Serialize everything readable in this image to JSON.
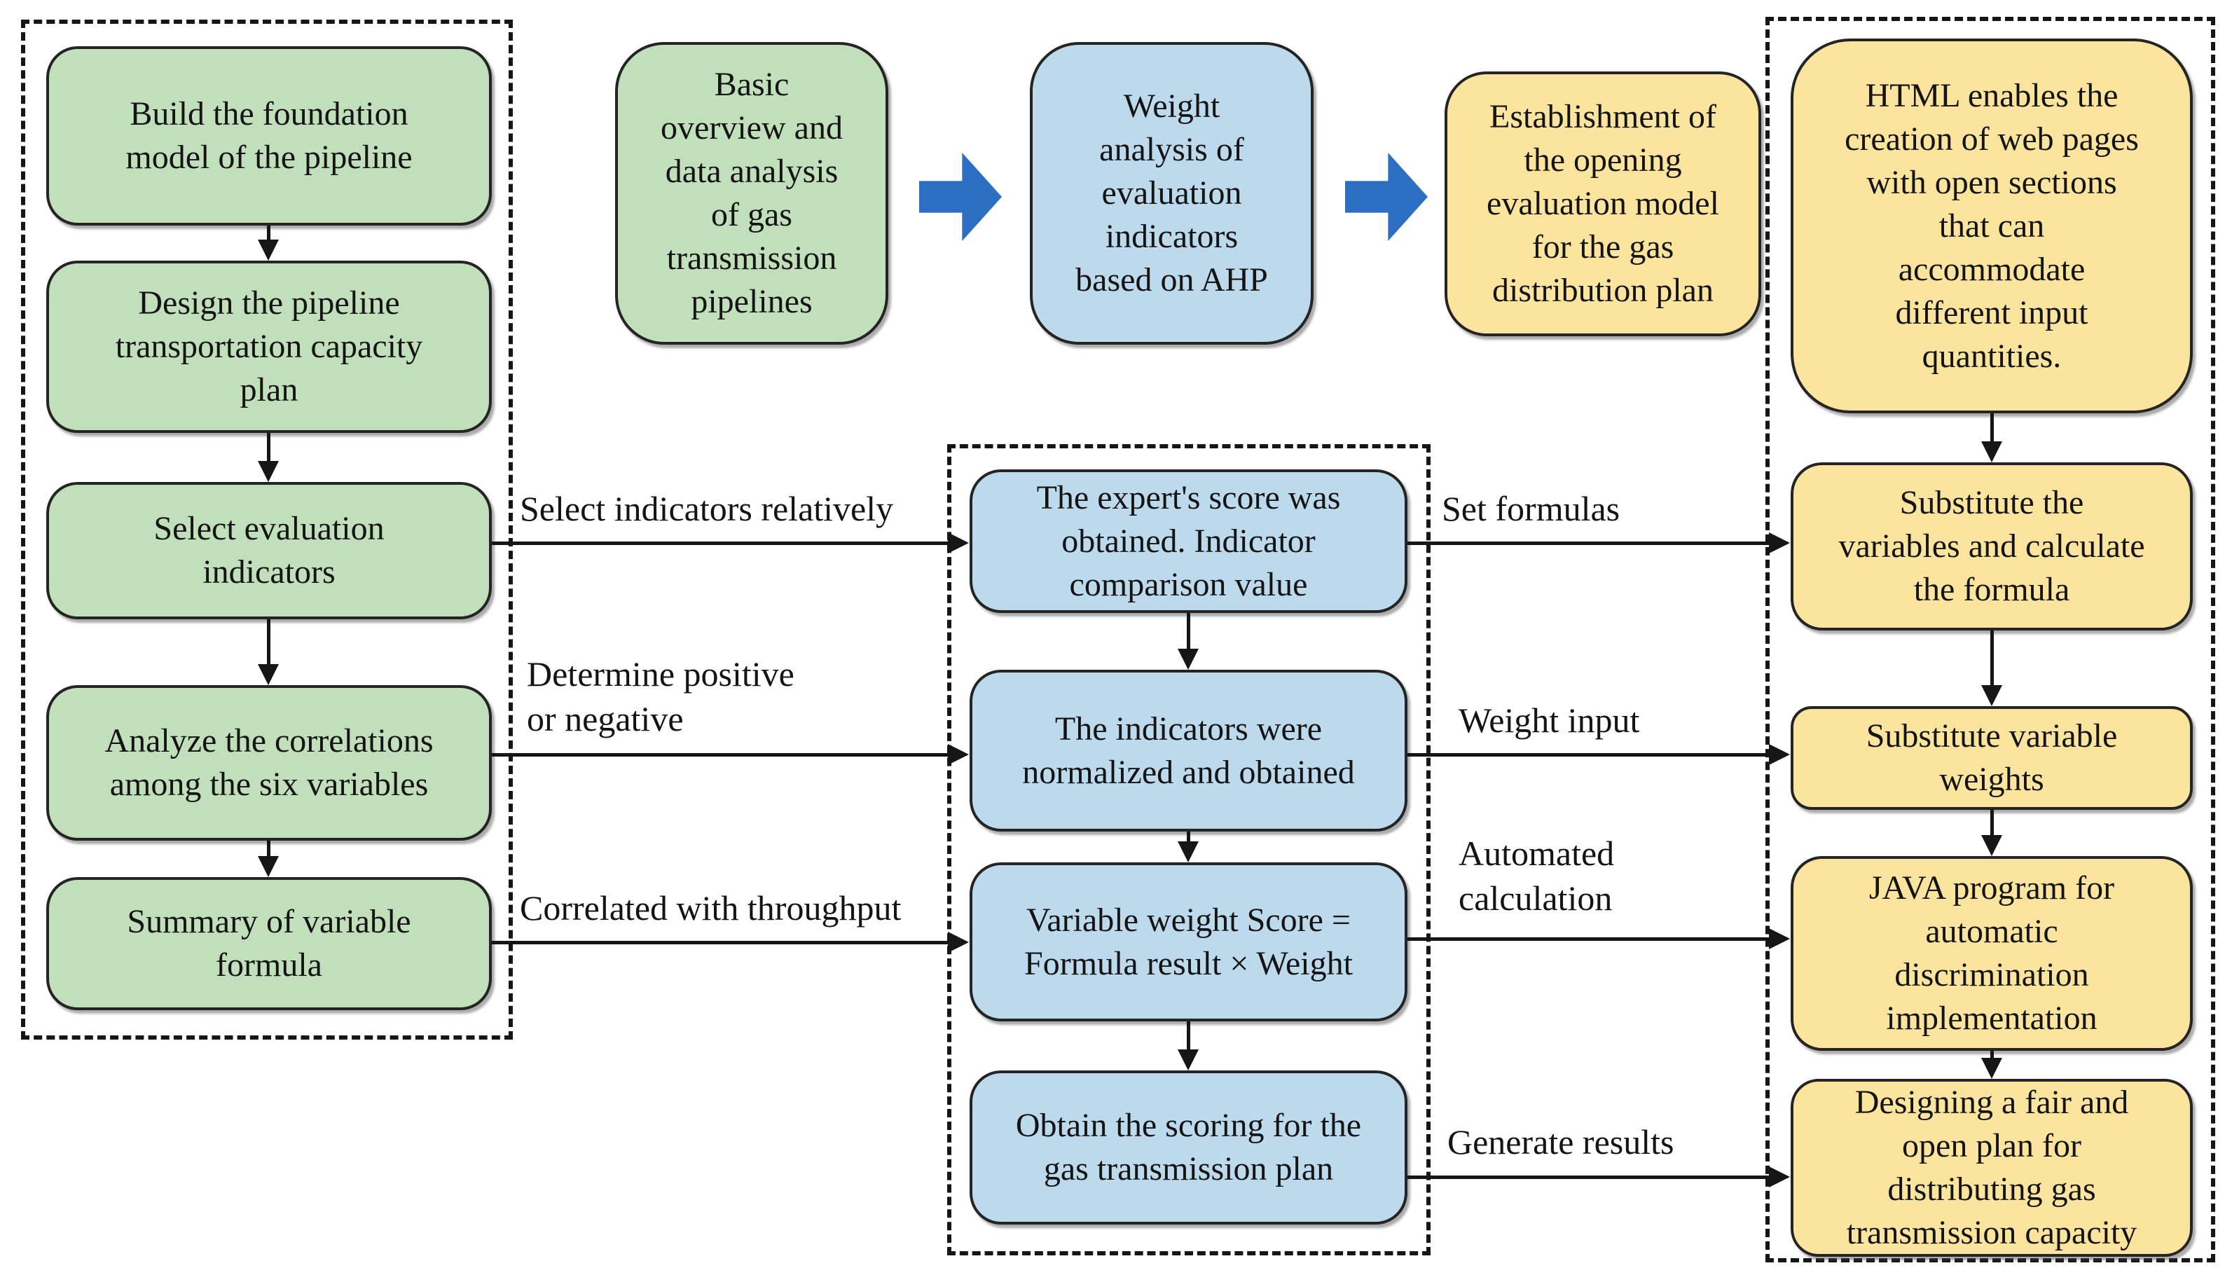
{
  "colors": {
    "green": "#c1dfba",
    "blue": "#bddaed",
    "yellow": "#fbe49d",
    "arrow_blue": "#2c6fc2",
    "text": "#141414"
  },
  "top_flow": {
    "basic_overview": "Basic\noverview and\ndata analysis\nof gas\ntransmission\npipelines",
    "weight_analysis": "Weight\nanalysis of\nevaluation\nindicators\nbased on AHP",
    "establishment": "Establishment of\nthe opening\nevaluation model\nfor the gas\ndistribution plan"
  },
  "left_panel": {
    "boxes": [
      {
        "label": "Build the foundation\nmodel of the pipeline"
      },
      {
        "label": "Design the pipeline\ntransportation capacity\nplan"
      },
      {
        "label": "Select evaluation\nindicators"
      },
      {
        "label": "Analyze the correlations\namong the six variables"
      },
      {
        "label": "Summary of variable\nformula"
      }
    ]
  },
  "middle_panel": {
    "boxes": [
      {
        "label": "The expert's score was\nobtained. Indicator\ncomparison value"
      },
      {
        "label": "The indicators were\nnormalized and obtained"
      },
      {
        "label": "Variable weight Score =\nFormula result × Weight"
      },
      {
        "label": "Obtain the scoring for the\ngas transmission plan"
      }
    ]
  },
  "right_panel": {
    "boxes": [
      {
        "label": "HTML enables the\ncreation of web pages\nwith open sections\nthat can\naccommodate\ndifferent input\nquantities."
      },
      {
        "label": "Substitute the\nvariables and calculate\nthe formula"
      },
      {
        "label": "Substitute variable\nweights"
      },
      {
        "label": "JAVA program for\nautomatic\ndiscrimination\nimplementation"
      },
      {
        "label": "Designing a fair and\nopen plan for\ndistributing gas\ntransmission capacity"
      }
    ]
  },
  "edge_labels": {
    "select_indicators": "Select indicators relatively",
    "determine_positive": "Determine positive\nor negative",
    "correlated_throughput": "Correlated with throughput",
    "set_formulas": "Set formulas",
    "weight_input": "Weight input",
    "automated_calculation": "Automated\ncalculation",
    "generate_results": "Generate results"
  }
}
